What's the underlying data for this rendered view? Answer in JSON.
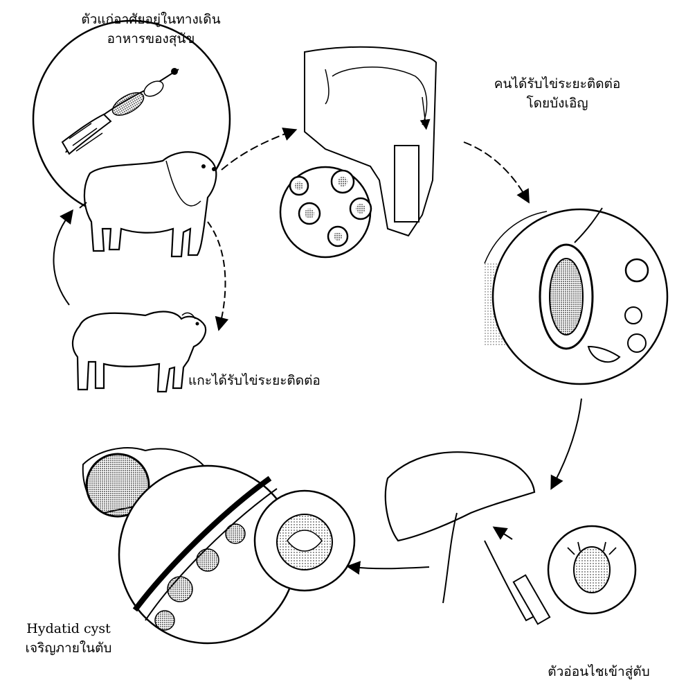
{
  "labels": {
    "adult_worm_line1": "ตัวแก่อาศัยอยู่ในทางเดิน",
    "adult_worm_line2": "อาหารของสุนัข",
    "human_ingestion_line1": "คนได้รับไข่ระยะติดต่อ",
    "human_ingestion_line2": "โดยบังเอิญ",
    "sheep_ingestion": "แกะได้รับไข่ระยะติดต่อ",
    "hydatid_line1": "Hydatid cyst",
    "hydatid_line2": "เจริญภายในตับ",
    "larva_to_liver": "ตัวอ่อนไชเข้าสู่ตับ"
  },
  "colors": {
    "ink": "#000000",
    "paper": "#ffffff",
    "shade": "#8a8a8a"
  },
  "icons": {
    "dog": "dog-illustration",
    "sheep": "sheep-illustration",
    "worm": "tapeworm-illustration",
    "throat": "human-throat-illustration",
    "eggs": "eggs-magnified-illustration",
    "intestine": "intestine-wall-illustration",
    "liver": "liver-illustration",
    "larva": "oncosphere-larva-illustration",
    "cyst": "hydatid-cyst-illustration"
  }
}
